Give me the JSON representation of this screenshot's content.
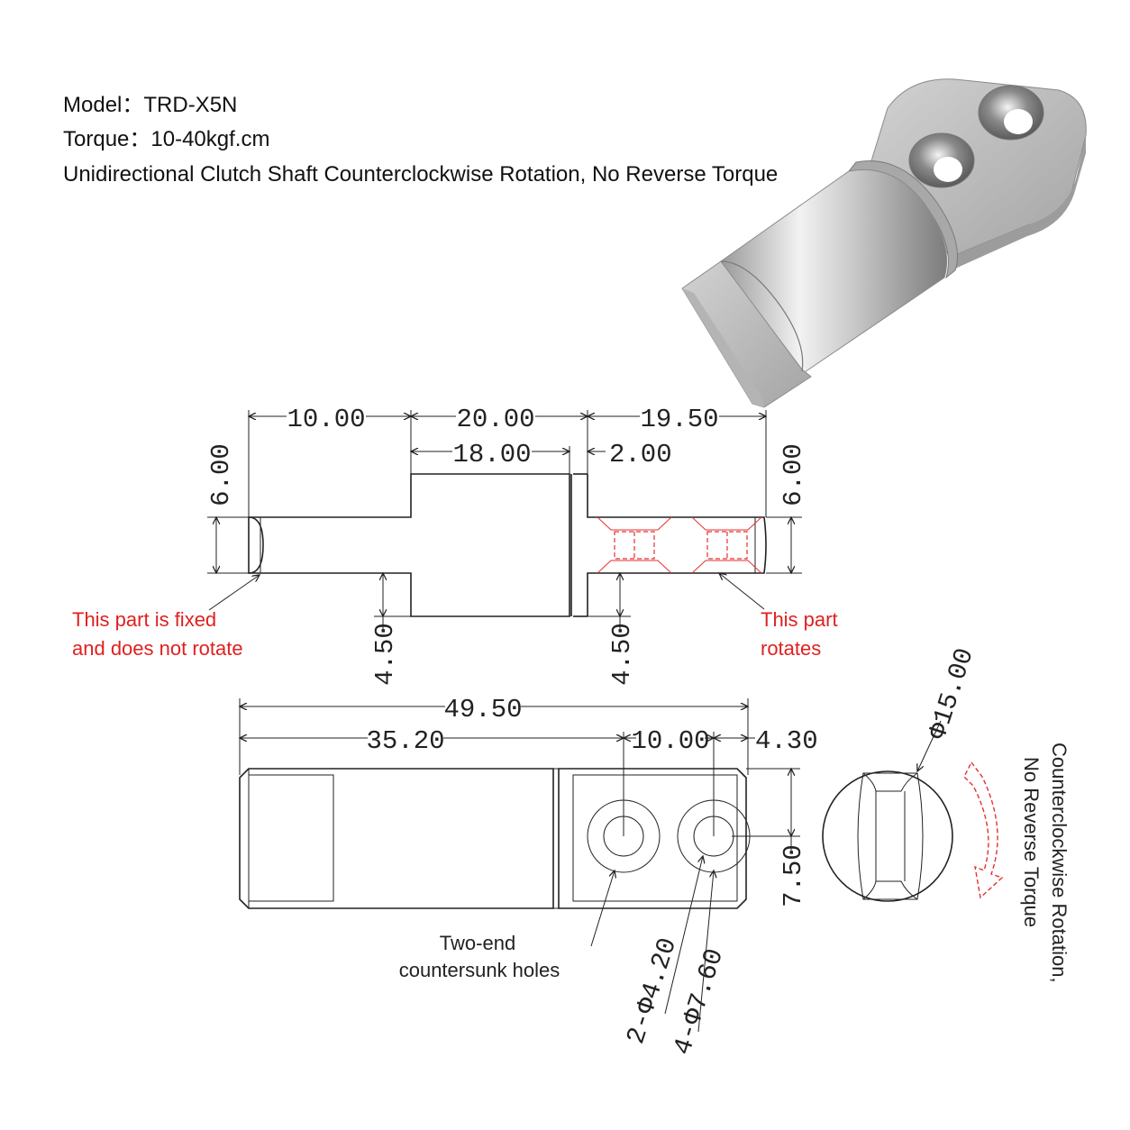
{
  "header": {
    "model": "Model：TRD-X5N",
    "torque": "Torque：10-40kgf.cm",
    "description": "Unidirectional Clutch Shaft  Counterclockwise Rotation, No Reverse Torque"
  },
  "top_view": {
    "dim_left": "10.00",
    "dim_mid": "20.00",
    "dim_inner": "18.00",
    "dim_gap": "2.00",
    "dim_right": "19.50",
    "dim_height_left": "6.00",
    "dim_height_right": "6.00",
    "dim_step_left": "4.50",
    "dim_step_right": "4.50",
    "note_fixed_line1": "This part is fixed",
    "note_fixed_line2": "and does not rotate",
    "note_rotates_line1": "This part",
    "note_rotates_line2": "rotates"
  },
  "bottom_view": {
    "dim_total": "49.50",
    "dim_hole_pos": "35.20",
    "dim_hole_spacing": "10.00",
    "dim_edge": "4.30",
    "dim_width": "7.50",
    "note_holes_line1": "Two-end",
    "note_holes_line2": "countersunk holes",
    "hole_small": "2-Φ4.20",
    "hole_large": "4-Φ7.60"
  },
  "end_view": {
    "diameter": "Φ15.00",
    "rotation_line1": "Counterclockwise Rotation,",
    "rotation_line2": "No Reverse Torque"
  },
  "colors": {
    "annotation_red": "#e02020",
    "metal_light": "#e4e4e4",
    "metal_dark": "#8a8a8a"
  }
}
